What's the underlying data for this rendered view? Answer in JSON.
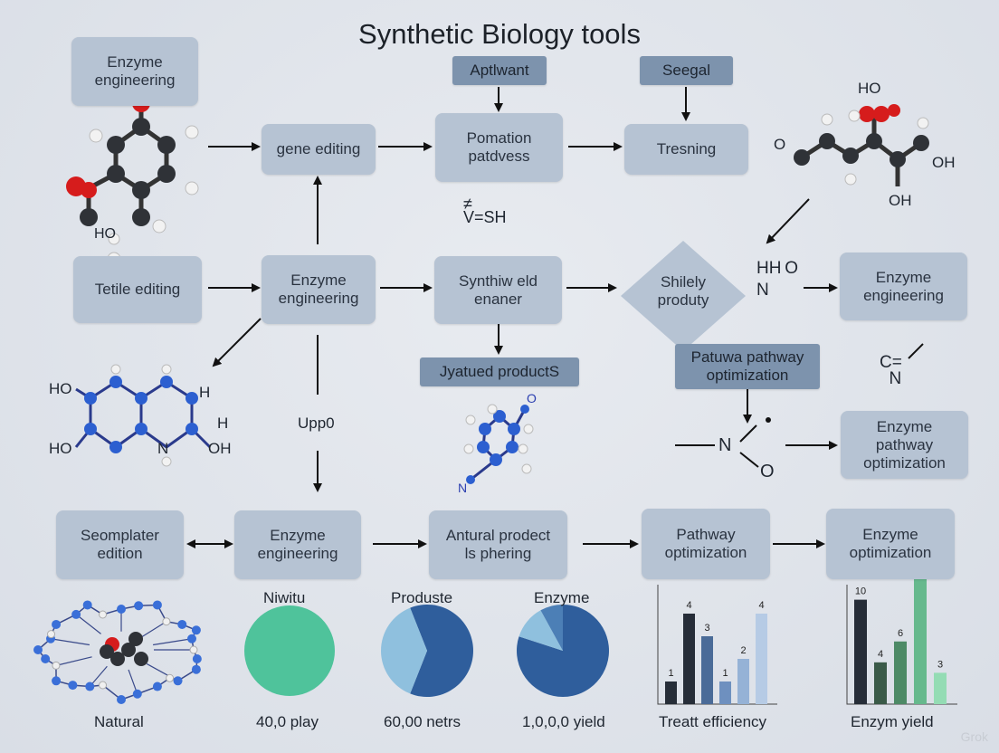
{
  "title": "Synthetic Biology tools",
  "nodes": {
    "enzyme_eng_tl": "Enzyme\nengineering",
    "gene_editing": "gene editing",
    "apt": "Aptlwant",
    "pomation": "Pomation\npatdvess",
    "seegal": "Seegal",
    "tresning": "Tresning",
    "tetile": "Tetile editing",
    "enzyme_eng_mid": "Enzyme\nengineering",
    "synth": "Synthiw eld\nenaner",
    "shilely": "Shilely\nproduty",
    "enzyme_eng_right": "Enzyme\nengineering",
    "jyatued": "Jyatued productS",
    "patuwa": "Patuwa pathway\noptimization",
    "enzyme_path": "Enzyme\npathway\noptimization",
    "seomplater": "Seomplater\nedition",
    "enzyme_eng_bot": "Enzyme\nengineering",
    "antural": "Antural prodect\nls phering",
    "pathway_opt": "Pathway\noptimization",
    "enzyme_opt": "Enzyme\noptimization"
  },
  "labels": {
    "upp0": "Upp0",
    "formula": "≠\nV=SH",
    "hho": "HH O\nN",
    "cn": "C=\n  N",
    "no": "N"
  },
  "molecule_labels": {
    "top_left_ho": "HO",
    "top_right_ho": "HO",
    "top_right_o": "O",
    "top_right_oh1": "OH",
    "top_right_oh2": "OH",
    "mid_left_ho1": "HO",
    "mid_left_ho2": "HO",
    "mid_left_h1": "H",
    "mid_left_h2": "H",
    "mid_left_n": "N",
    "mid_left_oh": "OH",
    "mid_o": "O",
    "mid_n": "N",
    "no_o": "O"
  },
  "bottom": {
    "natural": "Natural",
    "pie1_title": "Niwitu",
    "pie1_caption": "40,0 play",
    "pie2_title": "Produste",
    "pie2_caption": "60,00 netrs",
    "pie3_title": "Enzyme",
    "pie3_caption": "1,0,0,0 yield",
    "bar1_caption": "Treatt efficiency",
    "bar2_caption": "Enzym yield"
  },
  "chart_data": [
    {
      "type": "pie",
      "title": "Niwitu",
      "values": [
        100
      ],
      "colors": [
        "#4fc39b"
      ]
    },
    {
      "type": "pie",
      "title": "Produste",
      "values": [
        62,
        38
      ],
      "colors": [
        "#2f5e9c",
        "#8fc0de"
      ]
    },
    {
      "type": "pie",
      "title": "Enzyme",
      "values": [
        80,
        12,
        8
      ],
      "colors": [
        "#2f5e9c",
        "#8fc0de",
        "#4c7fb6"
      ]
    },
    {
      "type": "bar",
      "values": [
        1,
        4,
        3,
        1,
        2,
        4
      ],
      "colors": [
        "#262d38",
        "#262d38",
        "#4a6b98",
        "#6e90bf",
        "#95b2d6",
        "#b6cbe5"
      ]
    },
    {
      "type": "bar",
      "values": [
        10,
        4,
        6,
        12,
        3
      ],
      "colors": [
        "#262d38",
        "#3a5a48",
        "#4d8a66",
        "#66b98d",
        "#94dcb4"
      ]
    }
  ],
  "watermark": "Grok"
}
